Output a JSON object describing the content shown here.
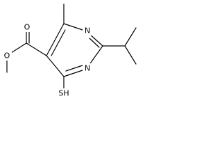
{
  "molecule": {
    "atoms": {
      "ester_carbonyl_oxygen": "O",
      "ester_ether_oxygen": "O",
      "ring_nitrogen_upper": "N",
      "ring_nitrogen_lower": "N",
      "thiol_group": "SH"
    },
    "colors": {
      "bond": "#000000",
      "background": "#ffffff"
    }
  }
}
